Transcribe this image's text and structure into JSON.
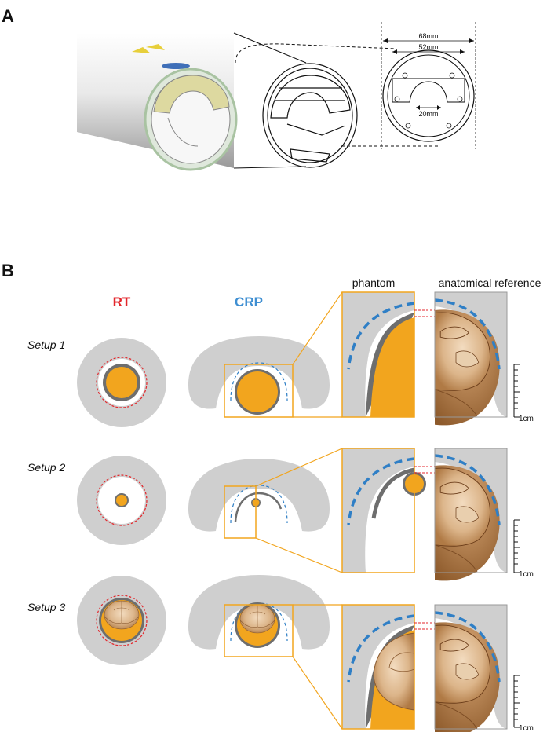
{
  "panel_a": {
    "letter": "A",
    "dimensions": {
      "outer": "68mm",
      "middle": "52mm",
      "inner": "20mm"
    }
  },
  "panel_b": {
    "letter": "B",
    "headers": {
      "rt": "RT",
      "crp": "CRP",
      "phantom": "phantom",
      "anatomical": "anatomical reference"
    },
    "setups": [
      {
        "label": "Setup 1",
        "scale": "1cm"
      },
      {
        "label": "Setup 2",
        "scale": "1cm"
      },
      {
        "label": "Setup 3",
        "scale": "1cm"
      }
    ]
  },
  "colors": {
    "orange": "#f2a51e",
    "gray": "#cfcfcf",
    "dark_gray": "#6e6e6e",
    "red_dash": "#e3262b",
    "blue_dash": "#2f7fc6",
    "brain": "#e2c09a"
  }
}
